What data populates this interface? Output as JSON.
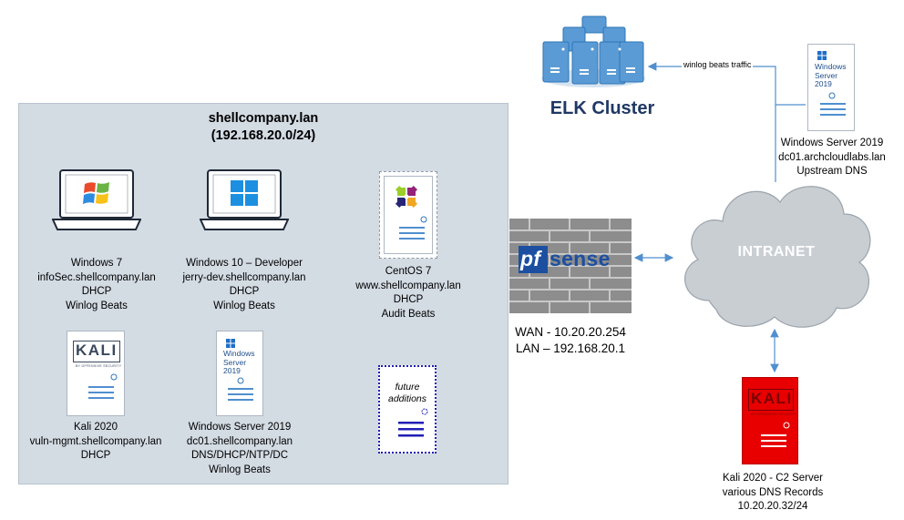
{
  "lan_zone": {
    "domain": "shellcompany.lan",
    "subnet": "(192.168.20.0/24)"
  },
  "hosts": {
    "win7": [
      "Windows 7",
      "infoSec.shellcompany.lan",
      "DHCP",
      "Winlog Beats"
    ],
    "win10": [
      "Windows 10 – Developer",
      "jerry-dev.shellcompany.lan",
      "DHCP",
      "Winlog Beats"
    ],
    "centos": [
      "CentOS 7",
      "www.shellcompany.lan",
      "DHCP",
      "Audit Beats"
    ],
    "kali_internal": [
      "Kali 2020",
      "vuln-mgmt.shellcompany.lan",
      "DHCP"
    ],
    "dc_internal": [
      "Windows Server 2019",
      "dc01.shellcompany.lan",
      "DNS/DHCP/NTP/DC",
      "Winlog Beats"
    ],
    "future": {
      "line1": "future",
      "line2": "additions"
    }
  },
  "firewall": {
    "logo_prefix": "pf",
    "logo_word": "sense",
    "wan": "WAN - 10.20.20.254",
    "lan": "LAN – 192.168.20.1"
  },
  "elk": {
    "title": "ELK Cluster",
    "edge_label": "winlog beats traffic"
  },
  "upstream_dns": {
    "os_line1": "Windows",
    "os_line2": "Server 2019",
    "lines": [
      "Windows Server 2019",
      "dc01.archcloudlabs.lan",
      "Upstream DNS"
    ]
  },
  "intranet": {
    "label": "INTRANET"
  },
  "server_badge": {
    "line1": "Windows",
    "line2": "Server 2019"
  },
  "kali_badge": {
    "word": "KALI",
    "sub": "BY OFFENSIVE SECURITY"
  },
  "c2_server": {
    "lines": [
      "Kali 2020 - C2 Server",
      "various DNS Records",
      "10.20.20.32/24"
    ]
  },
  "colors": {
    "lan_zone_bg": "#d3dbe3",
    "elk_blue": "#5b9bd5",
    "elk_title": "#1f3864",
    "cloud_gray": "#c9ced3",
    "c2_red": "#e80000",
    "arrow_blue": "#4f8fcf",
    "pfsense_blue": "#1c4fa0",
    "future_border": "#1f1fb4"
  }
}
